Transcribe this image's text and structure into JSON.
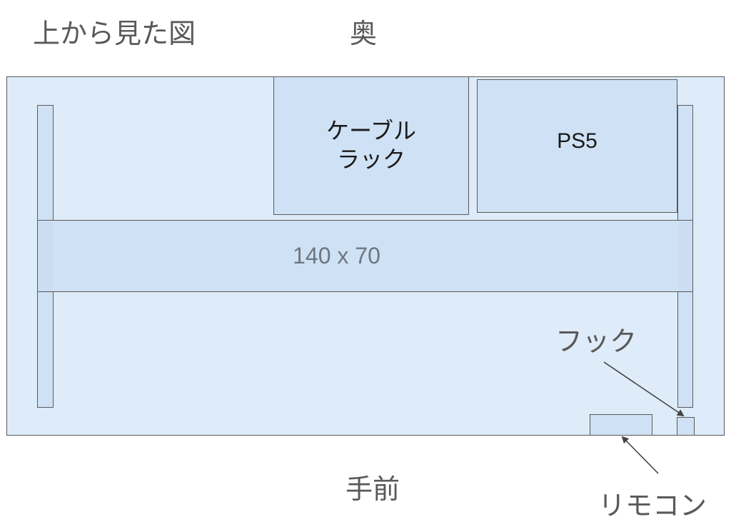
{
  "labels": {
    "top_view": "上から見た図",
    "back": "奥",
    "front": "手前",
    "hook": "フック",
    "remote": "リモコン"
  },
  "items": {
    "cable_rack": "ケーブル\nラック",
    "ps5": "PS5",
    "desk_size": "140 x 70"
  },
  "colors": {
    "panel": "#deebf8",
    "box": "#cfe1f4",
    "outline": "#595959"
  }
}
